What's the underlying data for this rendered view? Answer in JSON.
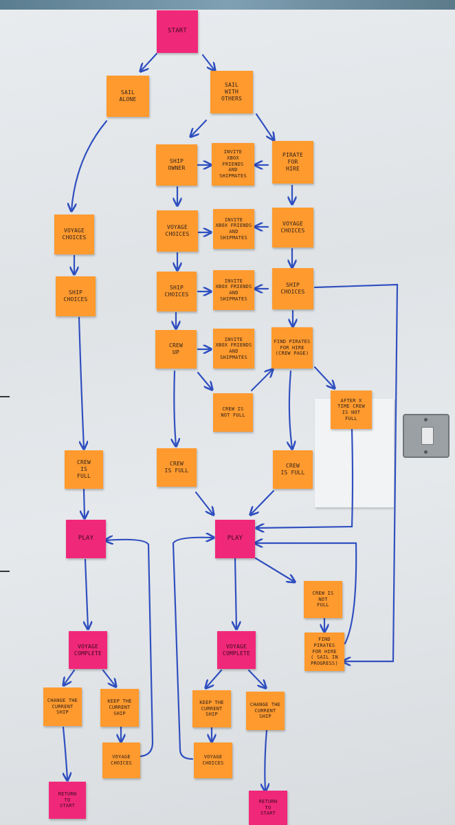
{
  "notes": {
    "start": "Start",
    "sail_alone": "Sail\nAlone",
    "sail_with_others": "Sail\nWith\nOthers",
    "ship_owner": "Ship\nOwner",
    "invite_1": "Invite\nXBox\nFriends\nand\nShipmates",
    "pirate_for_hire": "Pirate\nFor\nHire",
    "voyage_choices_alone": "Voyage\nChoices",
    "voyage_choices_owner": "Voyage\nChoices",
    "invite_2": "Invite\nXBox Friends\nand\nShipmates",
    "voyage_choices_pirate": "Voyage\nChoices",
    "ship_choices_alone": "Ship\nChoices",
    "ship_choices_owner": "Ship\nChoices",
    "invite_3": "Invite\nXBox Friends\nand\nShipmates",
    "ship_choices_pirate": "Ship\nChoices",
    "crew_up": "Crew\nUp",
    "invite_4": "Invite\nXBox Friends\nand\nShipmates",
    "find_pirates_crew_page": "Find Pirates\nFor Hire\n(Crew Page)",
    "crew_not_full_mid": "Crew is\nNot Full",
    "after_x_time": "After X\nTime Crew\nis Not\nFull",
    "crew_full_alone": "Crew\nis\nFull",
    "crew_full_owner": "Crew\nis Full",
    "crew_full_pirate": "Crew\nis Full",
    "play_left": "Play",
    "play_right": "Play",
    "crew_not_full_right": "Crew is\nNot\nFull",
    "find_pirates_in_progress": "Find Pirates\nFor Hire\n( Sail in\nProgress)",
    "voyage_complete_left": "Voyage\nComplete",
    "voyage_complete_right": "Voyage\nComplete",
    "change_ship_left": "Change the\nCurrent\nShip",
    "keep_ship_left": "Keep the\nCurrent\nShip",
    "voyage_choices_bottom_left": "Voyage\nChoices",
    "keep_ship_right": "Keep the\nCurrent\nShip",
    "change_ship_right": "Change the\nCurrent\nShip",
    "voyage_choices_bottom_right": "Voyage\nChoices",
    "return_left": "Return\nto\nStart",
    "return_right": "Return\nto\nStart"
  },
  "colors": {
    "orange_note": "#ff9a2e",
    "pink_note": "#f0287a",
    "marker": "#2f4fbf"
  }
}
